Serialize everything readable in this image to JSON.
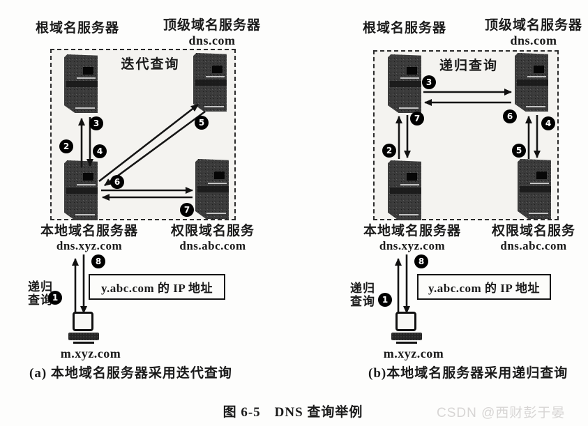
{
  "figure": {
    "caption": "图 6-5　DNS 查询举例",
    "watermark": "CSDN @西财彭于晏"
  },
  "colors": {
    "ink": "#1a1a1a",
    "watermark_gray": "#d7d5d4"
  },
  "panel_a": {
    "root_server_label": "根域名服务器",
    "tld_server_label": "顶级域名服务器",
    "tld_server_domain": "dns.com",
    "box_title": "迭代查询",
    "local_server_label": "本地域名服务器",
    "local_server_domain": "dns.xyz.com",
    "auth_server_label": "权限域名服务",
    "auth_server_domain": "dns.abc.com",
    "recursive_query_line1": "递归",
    "recursive_query_line2": "查询",
    "ip_result_text": "y.abc.com 的 IP 地址",
    "host_label": "m.xyz.com",
    "caption": "(a) 本地域名服务器采用迭代查询",
    "steps": [
      "1",
      "2",
      "3",
      "4",
      "5",
      "6",
      "7",
      "8"
    ]
  },
  "panel_b": {
    "root_server_label": "根域名服务器",
    "tld_server_label": "顶级域名服务器",
    "tld_server_domain": "dns.com",
    "box_title": "递归查询",
    "local_server_label": "本地域名服务器",
    "local_server_domain": "dns.xyz.com",
    "auth_server_label": "权限域名服务",
    "auth_server_domain": "dns.abc.com",
    "recursive_query_line1": "递归",
    "recursive_query_line2": "查询",
    "ip_result_text": "y.abc.com 的 IP 地址",
    "host_label": "m.xyz.com",
    "caption": "(b)本地域名服务器采用递归查询",
    "steps": [
      "1",
      "2",
      "3",
      "4",
      "5",
      "6",
      "7",
      "8"
    ]
  }
}
